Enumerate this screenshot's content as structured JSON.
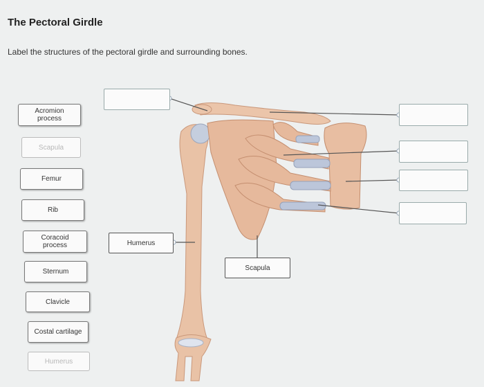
{
  "page": {
    "title": "The Pectoral Girdle",
    "instructions": "Label the structures of the pectoral girdle and surrounding bones."
  },
  "word_bank": [
    {
      "label": "Acromion process",
      "state": "available"
    },
    {
      "label": "Scapula",
      "state": "used"
    },
    {
      "label": "Femur",
      "state": "available"
    },
    {
      "label": "Rib",
      "state": "available"
    },
    {
      "label": "Coracoid process",
      "state": "available"
    },
    {
      "label": "Sternum",
      "state": "available"
    },
    {
      "label": "Clavicle",
      "state": "available"
    },
    {
      "label": "Costal cartilage",
      "state": "available"
    },
    {
      "label": "Humerus",
      "state": "used"
    }
  ],
  "targets": {
    "top_left": "",
    "right_1": "",
    "right_2": "",
    "right_3": "",
    "right_4": "",
    "humerus": "Humerus",
    "scapula": "Scapula"
  },
  "colors": {
    "bone": "#e8bfa3",
    "bone_shadow": "#cf9b7c",
    "cartilage": "#b8c4d8",
    "leader_line": "#555555"
  }
}
